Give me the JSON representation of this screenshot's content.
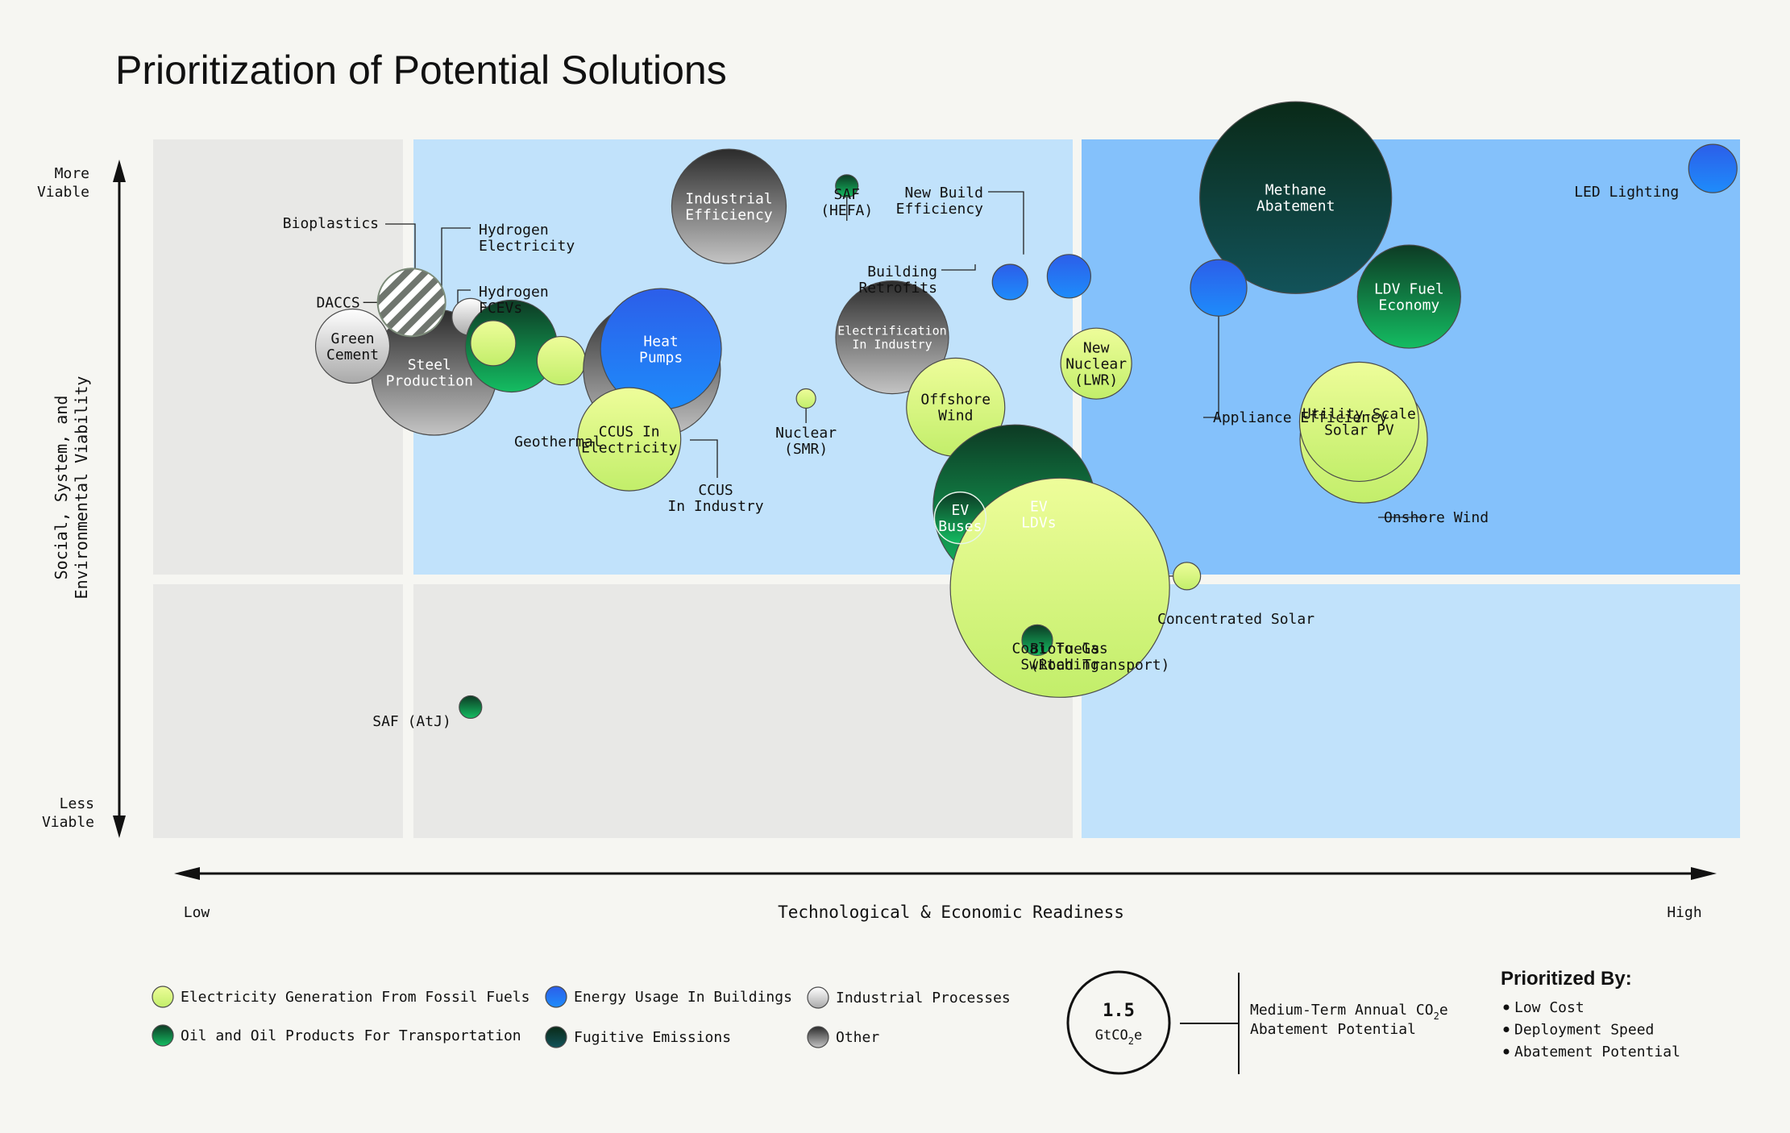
{
  "title": "Prioritization of Potential Solutions",
  "chart_data": {
    "type": "scatter",
    "title": "Prioritization of Potential Solutions",
    "xlabel": "Technological & Economic Readiness",
    "ylabel": "Social, System, and Environmental Viability",
    "x_low": "Low",
    "x_high": "High",
    "y_top": [
      "More",
      "Viable"
    ],
    "y_bottom": [
      "Less",
      "Viable"
    ],
    "categories": [
      {
        "id": "elec",
        "name": "Electricity Generation From Fossil Fuels",
        "top": "#eefd9a",
        "bottom": "#c2ee6a"
      },
      {
        "id": "oil",
        "name": "Oil and Oil Products For Transportation",
        "top": "#0d3a24",
        "bottom": "#14bd62"
      },
      {
        "id": "build",
        "name": "Energy Usage In Buildings",
        "top": "#2c5ee9",
        "bottom": "#1e8cfb"
      },
      {
        "id": "fug",
        "name": "Fugitive Emissions",
        "top": "#0a2a18",
        "bottom": "#12535a"
      },
      {
        "id": "ind",
        "name": "Industrial Processes",
        "top": "#ffffff",
        "bottom": "#a9a9a9"
      },
      {
        "id": "other",
        "name": "Other",
        "top": "#2b2b2b",
        "bottom": "#c4c4c4"
      }
    ],
    "points": [
      {
        "id": "steel",
        "label": [
          "Steel",
          "Production"
        ],
        "category": "other",
        "x": 6.2,
        "y": 6.0,
        "r": 78,
        "label_inside": true
      },
      {
        "id": "green-cement",
        "label": [
          "Green",
          "Cement"
        ],
        "category": "ind",
        "x": 4.4,
        "y": 6.9,
        "r": 46,
        "label_inside": true
      },
      {
        "id": "daccs",
        "label": [
          "DACCS"
        ],
        "category": "hatch",
        "x": 5.7,
        "y": 8.4,
        "r": 42,
        "label_inside": false
      },
      {
        "id": "bioplastics",
        "label": [
          "Bioplastics"
        ],
        "category": "ind",
        "x": 7.0,
        "y": 7.9,
        "r": 23,
        "label_inside": false
      },
      {
        "id": "hydrogen-elec",
        "label": [
          "Hydrogen",
          "Electricity"
        ],
        "category": "oil",
        "x": 7.9,
        "y": 6.9,
        "r": 57,
        "label_inside": false
      },
      {
        "id": "hydrogen-fcev",
        "label": [
          "Hydrogen",
          "FCEVs"
        ],
        "category": "elec",
        "x": 7.5,
        "y": 7.0,
        "r": 28,
        "label_inside": false
      },
      {
        "id": "geothermal",
        "label": [
          "Geothermal"
        ],
        "category": "elec",
        "x": 9.0,
        "y": 6.4,
        "r": 30,
        "label_inside": false
      },
      {
        "id": "ccus-industry",
        "label": [
          "CCUS",
          "In Industry"
        ],
        "category": "other",
        "x": 11.0,
        "y": 6.1,
        "r": 85,
        "label_inside": false
      },
      {
        "id": "heat-pumps",
        "label": [
          "Heat",
          "Pumps"
        ],
        "category": "build",
        "x": 11.2,
        "y": 6.8,
        "r": 75,
        "label_inside": true
      },
      {
        "id": "ccus-elec",
        "label": [
          "CCUS In",
          "Electricity"
        ],
        "category": "elec",
        "x": 10.5,
        "y": 3.7,
        "r": 64,
        "label_inside": true
      },
      {
        "id": "industrial-eff",
        "label": [
          "Industrial",
          "Efficiency"
        ],
        "category": "other",
        "x": 12.7,
        "y": 11.7,
        "r": 71,
        "label_inside": true
      },
      {
        "id": "saf-hefa",
        "label": [
          "SAF",
          "(HEFA)"
        ],
        "category": "oil",
        "x": 15.3,
        "y": 12.4,
        "r": 14,
        "label_inside": false
      },
      {
        "id": "nuclear-smr",
        "label": [
          "Nuclear",
          "(SMR)"
        ],
        "category": "elec",
        "x": 14.4,
        "y": 5.1,
        "r": 12,
        "label_inside": false
      },
      {
        "id": "electrification",
        "label": [
          "Electrification",
          "In Industry"
        ],
        "category": "other",
        "x": 16.3,
        "y": 7.2,
        "r": 70,
        "label_inside": true
      },
      {
        "id": "building-retro",
        "label": [
          "Building",
          "Retrofits"
        ],
        "category": "build",
        "x": 18.9,
        "y": 9.1,
        "r": 22,
        "label_inside": false
      },
      {
        "id": "new-build",
        "label": [
          "New Build",
          "Efficiency"
        ],
        "category": "build",
        "x": 20.2,
        "y": 9.3,
        "r": 27,
        "label_inside": false
      },
      {
        "id": "new-nuclear",
        "label": [
          "New",
          "Nuclear",
          "(LWR)"
        ],
        "category": "elec",
        "x": 20.8,
        "y": 6.3,
        "r": 44,
        "label_inside": true
      },
      {
        "id": "offshore-wind",
        "label": [
          "Offshore",
          "Wind"
        ],
        "category": "elec",
        "x": 17.7,
        "y": 4.8,
        "r": 61,
        "label_inside": true
      },
      {
        "id": "ev-ldv",
        "label": [
          "EV",
          "LDVs"
        ],
        "category": "oil",
        "x": 19.0,
        "y": 1.4,
        "r": 101,
        "label_inside": true
      },
      {
        "id": "ev-buses",
        "label": [
          "EV",
          "Buses"
        ],
        "category": "oil",
        "x": 17.8,
        "y": 1.0,
        "r": 32,
        "label_inside": true
      },
      {
        "id": "coal-gas",
        "label": [
          "Coal To Gas",
          "Switching"
        ],
        "category": "elec",
        "x": 20.0,
        "y": -1.4,
        "r": 136,
        "label_inside": true
      },
      {
        "id": "biofuels",
        "label": [
          "Biofuels",
          "(Road Transport)"
        ],
        "category": "oil",
        "x": 19.5,
        "y": -3.2,
        "r": 19,
        "label_inside": false
      },
      {
        "id": "concentrated-solar",
        "label": [
          "Concentrated Solar"
        ],
        "category": "elec",
        "x": 22.8,
        "y": -1.0,
        "r": 17,
        "label_inside": false
      },
      {
        "id": "methane",
        "label": [
          "Methane",
          "Abatement"
        ],
        "category": "fug",
        "x": 25.2,
        "y": 12.0,
        "r": 119,
        "label_inside": true
      },
      {
        "id": "ldv-fuel",
        "label": [
          "LDV Fuel",
          "Economy"
        ],
        "category": "oil",
        "x": 27.7,
        "y": 8.6,
        "r": 64,
        "label_inside": true
      },
      {
        "id": "appliance",
        "label": [
          "Appliance Efficiency"
        ],
        "category": "build",
        "x": 23.5,
        "y": 8.9,
        "r": 35,
        "label_inside": false
      },
      {
        "id": "onshore-wind",
        "label": [
          "Onshore Wind"
        ],
        "category": "elec",
        "x": 26.7,
        "y": 3.7,
        "r": 79,
        "label_inside": false
      },
      {
        "id": "utility-pv",
        "label": [
          "Utility-Scale",
          "Solar PV"
        ],
        "category": "elec",
        "x": 26.6,
        "y": 4.3,
        "r": 74,
        "label_inside": true
      },
      {
        "id": "led",
        "label": [
          "LED Lighting"
        ],
        "category": "build",
        "x": 34.4,
        "y": 13.0,
        "r": 30,
        "label_inside": false
      },
      {
        "id": "saf-atj",
        "label": [
          "SAF (AtJ)"
        ],
        "category": "oil",
        "x": 7.0,
        "y": -5.5,
        "r": 14,
        "label_inside": false
      }
    ],
    "size_key": {
      "value": "1.5",
      "unit": "GtCO",
      "unit_sub": "2",
      "unit_end": "e",
      "description": [
        "Medium-Term Annual CO",
        "2",
        "e",
        "Abatement Potential"
      ]
    },
    "prioritized_by": {
      "title": "Prioritized By:",
      "items": [
        "Low Cost",
        "Deployment Speed",
        "Abatement Potential"
      ]
    }
  }
}
